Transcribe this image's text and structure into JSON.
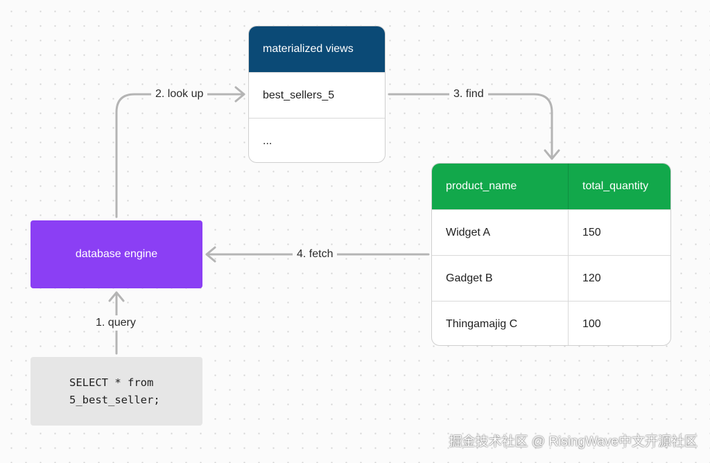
{
  "materialized_views": {
    "header": "materialized views",
    "rows": [
      "best_sellers_5",
      "..."
    ]
  },
  "engine": {
    "label": "database engine"
  },
  "query": {
    "lines": [
      "SELECT * from",
      "5_best_seller;"
    ]
  },
  "result_table": {
    "columns": [
      "product_name",
      "total_quantity"
    ],
    "rows": [
      [
        "Widget A",
        "150"
      ],
      [
        "Gadget B",
        "120"
      ],
      [
        "Thingamajig C",
        "100"
      ]
    ]
  },
  "steps": {
    "query": "1. query",
    "look_up": "2. look up",
    "find": "3. find",
    "fetch": "4. fetch"
  },
  "colors": {
    "mv_header": "#0b4a76",
    "engine": "#8b3ff4",
    "table_header": "#12a84b",
    "query_box": "#e6e6e6",
    "arrow": "#b4b4b4"
  },
  "watermark": "掘金技术社区 @ RisingWave中文开源社区"
}
